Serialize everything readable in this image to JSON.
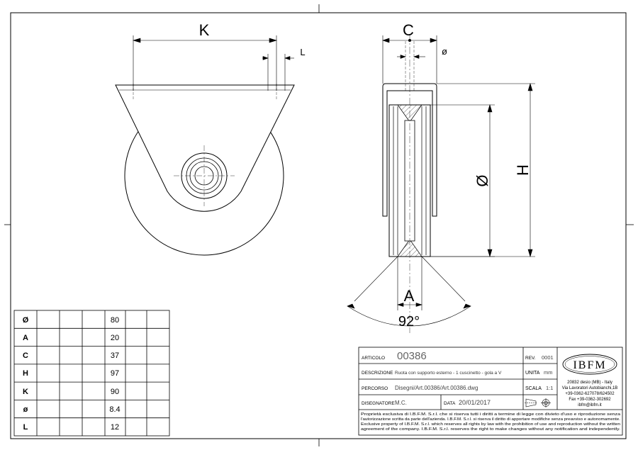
{
  "dimension_labels": {
    "k": "K",
    "l": "L",
    "c": "C",
    "bore_diameter": "ø",
    "wheel_diameter": "Ø",
    "h": "H",
    "a": "A",
    "angle": "92°"
  },
  "spec_table": {
    "rows": [
      {
        "symbol": "Ø",
        "value": "80"
      },
      {
        "symbol": "A",
        "value": "20"
      },
      {
        "symbol": "C",
        "value": "37"
      },
      {
        "symbol": "H",
        "value": "97"
      },
      {
        "symbol": "K",
        "value": "90"
      },
      {
        "symbol": "ø",
        "value": "8.4"
      },
      {
        "symbol": "L",
        "value": "12"
      }
    ]
  },
  "title_block": {
    "articolo_label": "ARTICOLO",
    "articolo_value": "00386",
    "rev_label": "REV.",
    "rev_value": "0001",
    "descrizione_label": "DESCRIZIONE",
    "descrizione_value": "Ruota con supporto esterno - 1 cuscinetto - gola a V",
    "unita_label": "UNITA",
    "unita_value": "mm",
    "percorso_label": "PERCORSO",
    "percorso_value": "Disegni/Art.00386/Art.00386.dwg",
    "scala_label": "SCALA",
    "scala_value": "1:1",
    "disegnatore_label": "DISEGNATORE",
    "disegnatore_value": "M.C.",
    "data_label": "DATA",
    "data_value": "20/01/2017",
    "logo_text": "IBFM",
    "address_lines": [
      "20832 desio (MB) - Italy",
      "Via Lavoratori Autobianchi,1B",
      "+39-0362-627078/624502",
      "Fax +39-0362-302692",
      "ibfm@ibfm.it"
    ],
    "legal_lines": [
      "Proprietà esclusiva di I.B.F.M. S.r.l. che si riserva tutti i diritti a termine di legge con divieto d'uso e riproduzione senza",
      "l'autorizzazione scritta da parte dell'azienda. I.B.F.M. S.r.l. si riserva il diritto di apportare modifiche senza preavviso e autonomamente.",
      "Exclusive property of I.B.F.M. S.r.l. which reserves all rights by law with the prohibition of use and reproduction without the written",
      "agreement of the company. I.B.F.M. S.r.l. reserves the right to make changes without any notification and independently."
    ]
  }
}
